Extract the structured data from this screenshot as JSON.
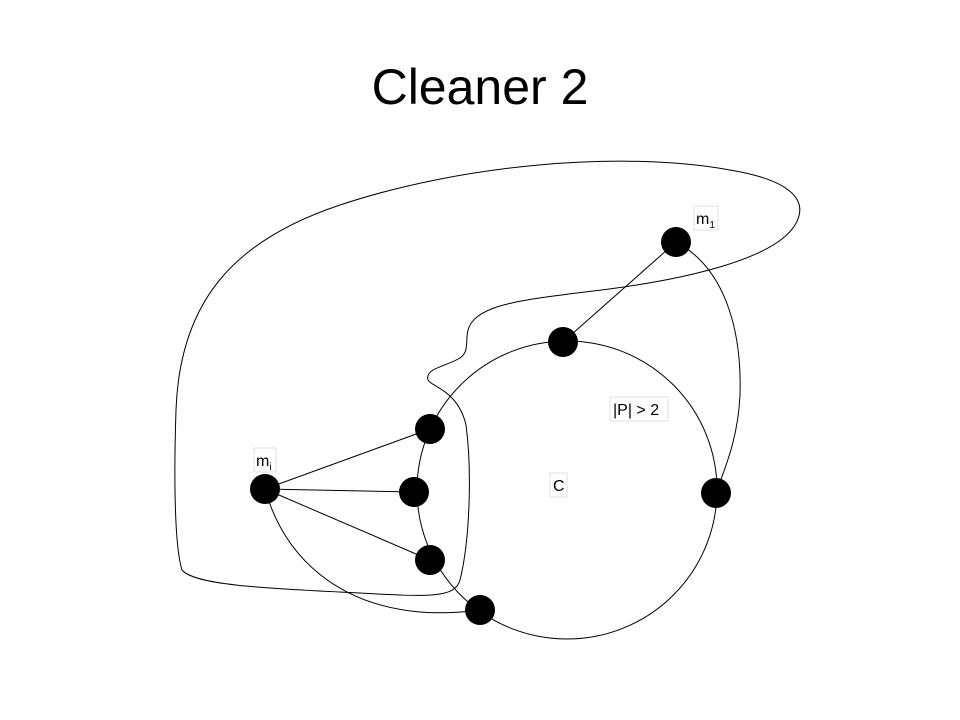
{
  "title": "Cleaner 2",
  "labels": {
    "m1": {
      "base": "m",
      "sub": "1"
    },
    "mi": {
      "base": "m",
      "sub": "i"
    },
    "path_condition": "|P| > 2",
    "cycle": "C"
  },
  "colors": {
    "node": "#000000",
    "edge": "#000000",
    "background": "#ffffff"
  }
}
